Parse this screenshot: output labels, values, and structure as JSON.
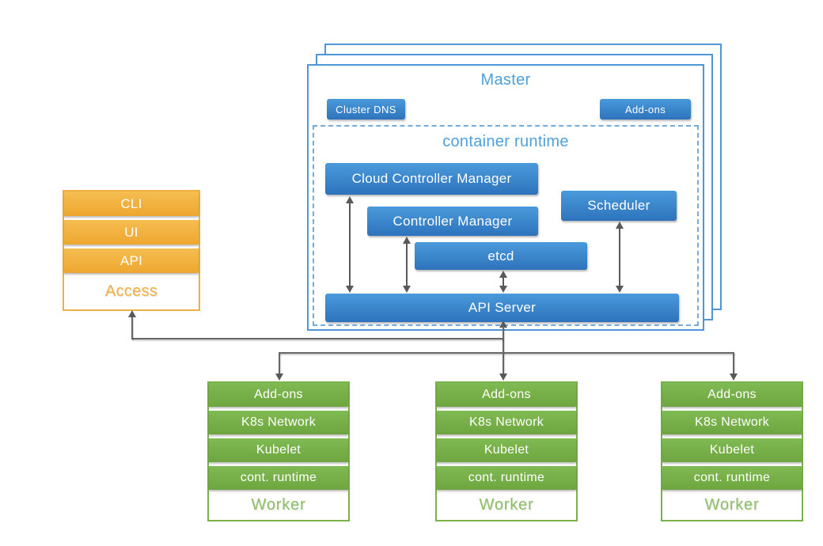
{
  "diagram": {
    "access": {
      "items": [
        "CLI",
        "UI",
        "API"
      ],
      "label": "Access"
    },
    "master": {
      "title": "Master",
      "cluster_dns": "Cluster DNS",
      "addons": "Add-ons",
      "runtime_title": "container runtime",
      "cloud_controller_manager": "Cloud Controller Manager",
      "controller_manager": "Controller Manager",
      "scheduler": "Scheduler",
      "etcd": "etcd",
      "api_server": "API Server"
    },
    "workers": [
      {
        "layers": [
          "Add-ons",
          "K8s Network",
          "Kubelet",
          "cont. runtime"
        ],
        "label": "Worker"
      },
      {
        "layers": [
          "Add-ons",
          "K8s Network",
          "Kubelet",
          "cont. runtime"
        ],
        "label": "Worker"
      },
      {
        "layers": [
          "Add-ons",
          "K8s Network",
          "Kubelet",
          "cont. runtime"
        ],
        "label": "Worker"
      }
    ],
    "colors": {
      "blue_box": "#3c86cd",
      "blue_border": "#4e96d5",
      "blue_heading_text": "#4da0db",
      "orange_bar": "#f2b13e",
      "orange_text": "#f0b240",
      "green_bar": "#79b44b",
      "green_text": "#8cc063",
      "connector_gray": "#666666"
    }
  }
}
